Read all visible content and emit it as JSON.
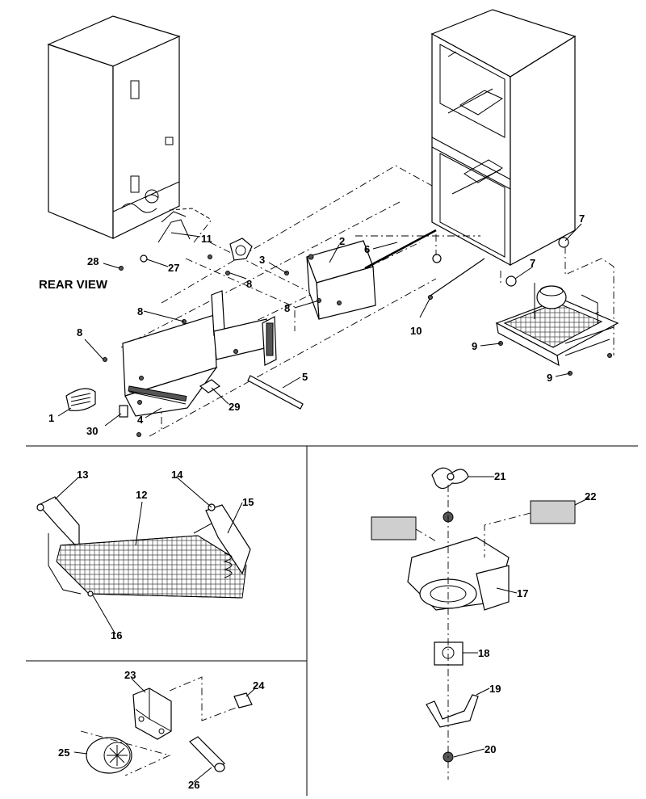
{
  "view_label": "REAR VIEW",
  "callouts": [
    {
      "id": "c1",
      "text": "1"
    },
    {
      "id": "c2",
      "text": "2"
    },
    {
      "id": "c3",
      "text": "3"
    },
    {
      "id": "c4",
      "text": "4"
    },
    {
      "id": "c5",
      "text": "5"
    },
    {
      "id": "c6",
      "text": "6"
    },
    {
      "id": "c7a",
      "text": "7"
    },
    {
      "id": "c7b",
      "text": "7"
    },
    {
      "id": "c8a",
      "text": "8"
    },
    {
      "id": "c8b",
      "text": "8"
    },
    {
      "id": "c8c",
      "text": "8"
    },
    {
      "id": "c8d",
      "text": "8"
    },
    {
      "id": "c9a",
      "text": "9"
    },
    {
      "id": "c9b",
      "text": "9"
    },
    {
      "id": "c10",
      "text": "10"
    },
    {
      "id": "c11",
      "text": "11"
    },
    {
      "id": "c12",
      "text": "12"
    },
    {
      "id": "c13",
      "text": "13"
    },
    {
      "id": "c14",
      "text": "14"
    },
    {
      "id": "c15",
      "text": "15"
    },
    {
      "id": "c16",
      "text": "16"
    },
    {
      "id": "c17",
      "text": "17"
    },
    {
      "id": "c18",
      "text": "18"
    },
    {
      "id": "c19",
      "text": "19"
    },
    {
      "id": "c20",
      "text": "20"
    },
    {
      "id": "c21",
      "text": "21"
    },
    {
      "id": "c22",
      "text": "22"
    },
    {
      "id": "c23",
      "text": "23"
    },
    {
      "id": "c24",
      "text": "24"
    },
    {
      "id": "c25",
      "text": "25"
    },
    {
      "id": "c26",
      "text": "26"
    },
    {
      "id": "c27",
      "text": "27"
    },
    {
      "id": "c28",
      "text": "28"
    },
    {
      "id": "c29",
      "text": "29"
    },
    {
      "id": "c30",
      "text": "30"
    }
  ]
}
